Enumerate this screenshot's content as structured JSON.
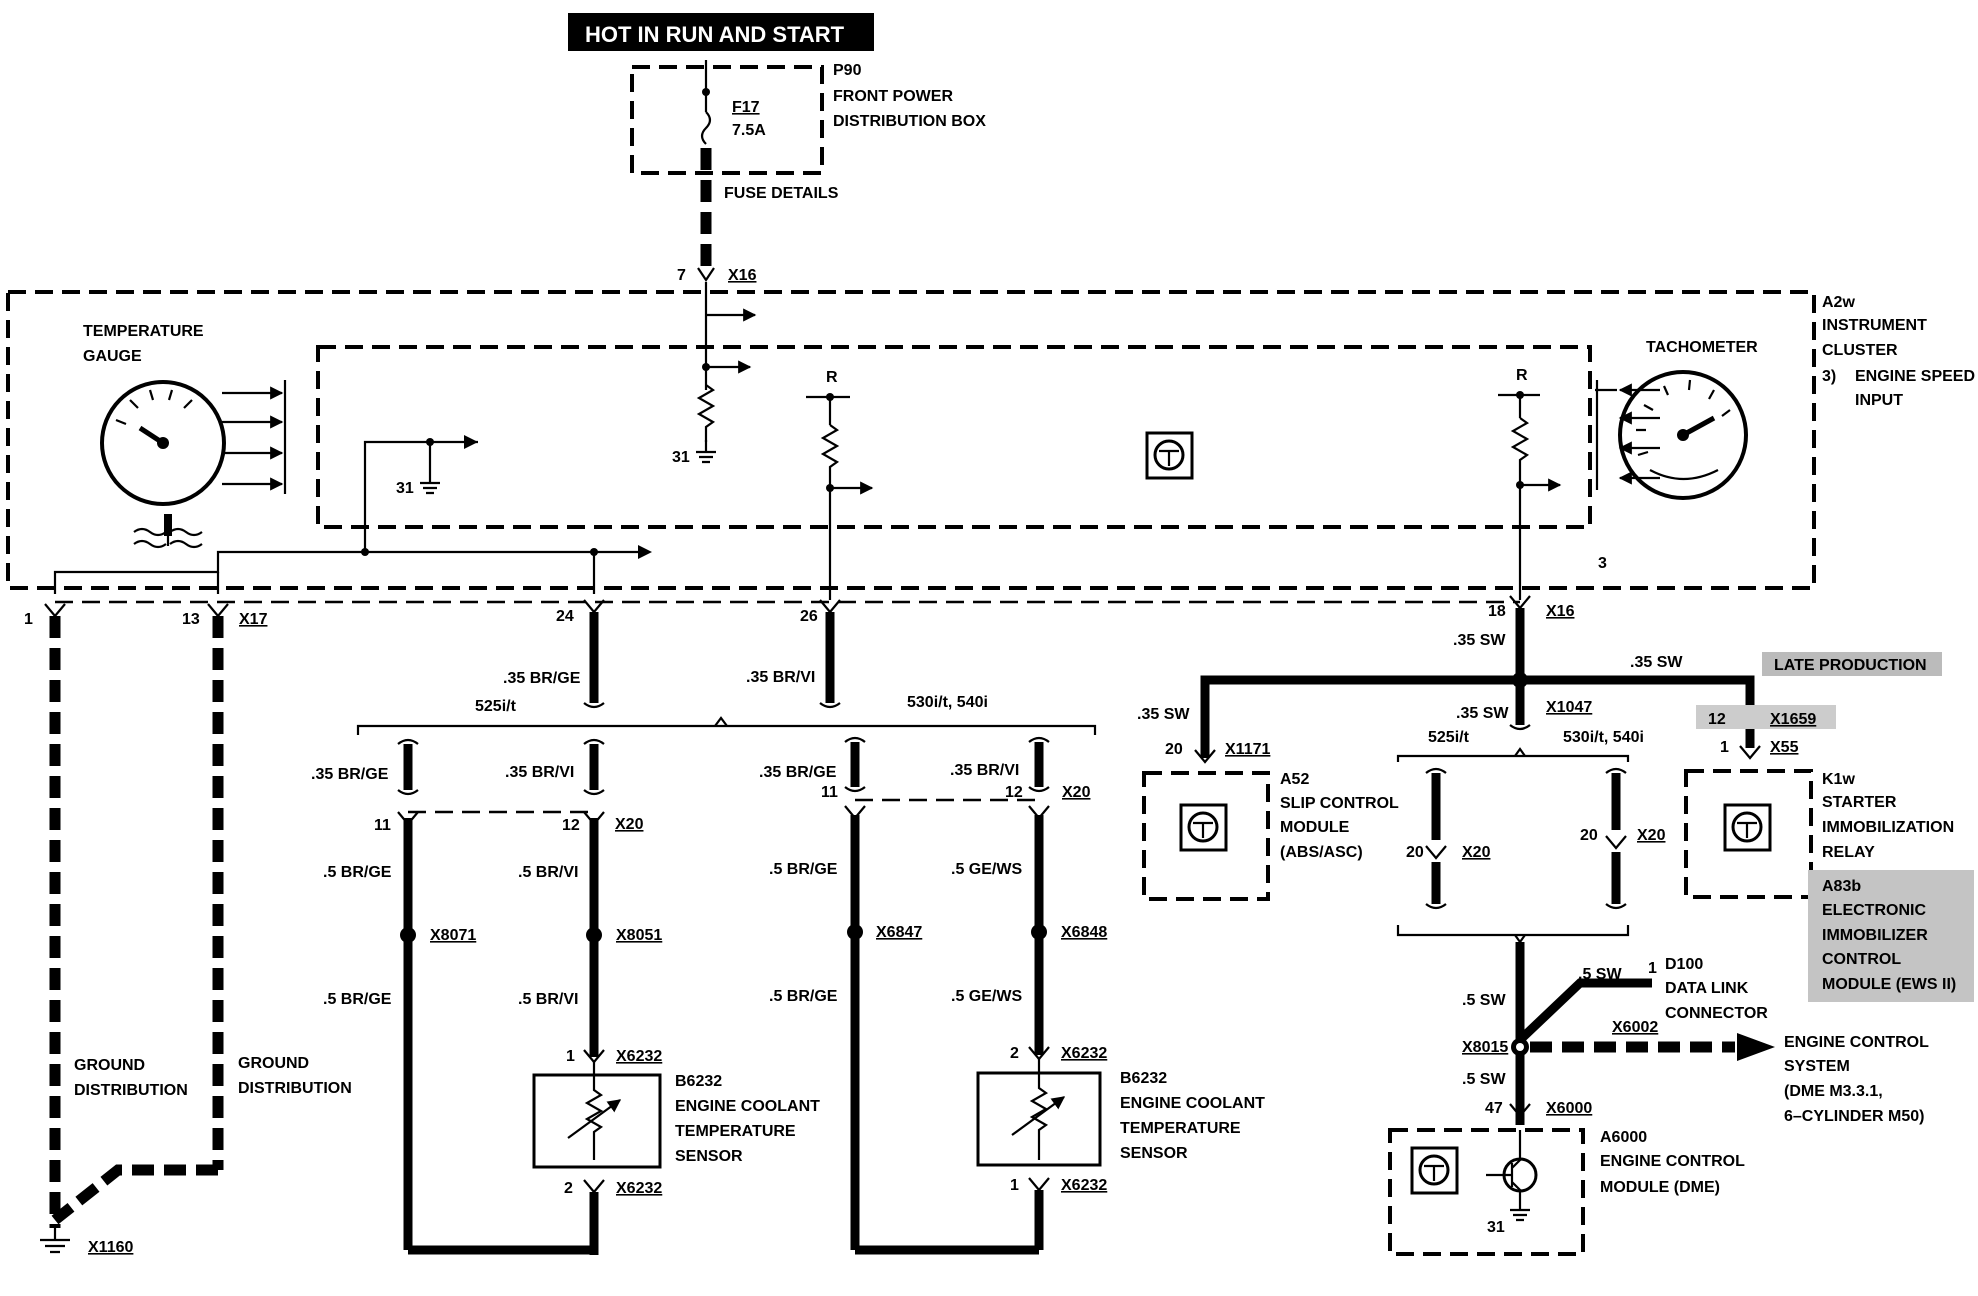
{
  "header": {
    "hot": "HOT IN RUN AND START"
  },
  "fuse": {
    "box_id": "P90",
    "box_line1": "FRONT POWER",
    "box_line2": "DISTRIBUTION BOX",
    "fuse_id": "F17",
    "rating": "7.5A",
    "details": "FUSE DETAILS"
  },
  "cluster": {
    "id": "A2w",
    "line1": "INSTRUMENT",
    "line2": "CLUSTER",
    "note_num": "3)",
    "note1": "ENGINE SPEED",
    "note2": "INPUT",
    "ref3": "3",
    "temp1": "TEMPERATURE",
    "temp2": "GAUGE",
    "tacho": "TACHOMETER",
    "r": "R",
    "gnd31": "31"
  },
  "pins": {
    "p7": "7",
    "p24": "24",
    "p26": "26",
    "p18": "18",
    "p1": "1",
    "p13": "13",
    "p11": "11",
    "p12": "12",
    "p20": "20",
    "p2": "2",
    "p47": "47"
  },
  "connectors": {
    "x16": "X16",
    "x17": "X17",
    "x20": "X20",
    "x1047": "X1047",
    "x1171": "X1171",
    "x55": "X55",
    "x1659": "X1659",
    "x8071": "X8071",
    "x8051": "X8051",
    "x6847": "X6847",
    "x6848": "X6848",
    "x6232": "X6232",
    "x8015": "X8015",
    "x6002": "X6002",
    "x6000": "X6000",
    "x1160": "X1160"
  },
  "wires": {
    "br_ge_35": ".35 BR/GE",
    "br_vi_35": ".35 BR/VI",
    "br_ge_5": ".5 BR/GE",
    "br_vi_5": ".5 BR/VI",
    "ge_ws_5": ".5 GE/WS",
    "sw_35": ".35 SW",
    "sw_5": ".5 SW"
  },
  "variants": {
    "v525": "525i/t",
    "v530": "530i/t, 540i"
  },
  "ground": {
    "line1": "GROUND",
    "line2": "DISTRIBUTION"
  },
  "sensor": {
    "id": "B6232",
    "line1": "ENGINE COOLANT",
    "line2": "TEMPERATURE",
    "line3": "SENSOR"
  },
  "a52": {
    "id": "A52",
    "line1": "SLIP CONTROL",
    "line2": "MODULE",
    "line3": "(ABS/ASC)"
  },
  "k1w": {
    "id": "K1w",
    "line1": "STARTER",
    "line2": "IMMOBILIZATION",
    "line3": "RELAY",
    "late": "LATE PRODUCTION"
  },
  "a83": {
    "id": "A83b",
    "line1": "ELECTRONIC",
    "line2": "IMMOBILIZER",
    "line3": "CONTROL",
    "line4": "MODULE (EWS II)"
  },
  "d100": {
    "id": "D100",
    "line1": "DATA LINK",
    "line2": "CONNECTOR"
  },
  "ecs": {
    "line1": "ENGINE CONTROL",
    "line2": "SYSTEM",
    "line3": "(DME M3.3.1,",
    "line4": "6–CYLINDER M50)"
  },
  "a6000": {
    "id": "A6000",
    "line1": "ENGINE CONTROL",
    "line2": "MODULE (DME)"
  }
}
